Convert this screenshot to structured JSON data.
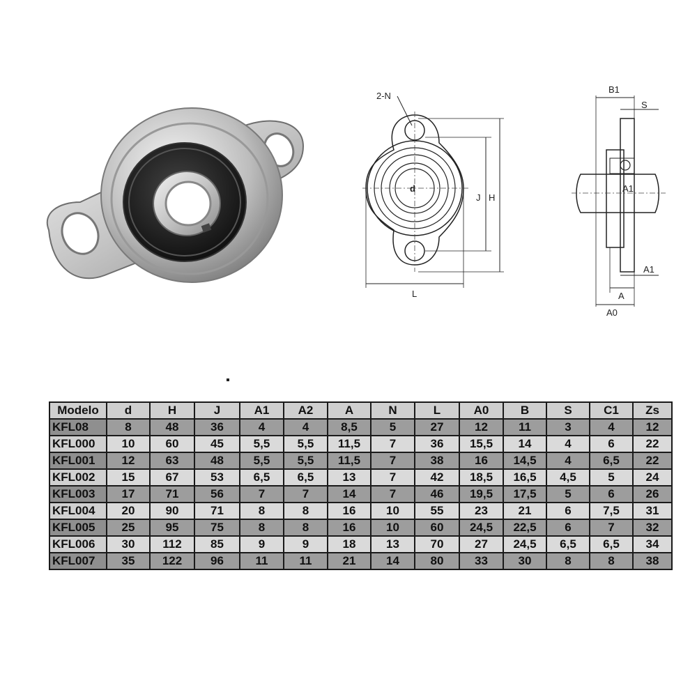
{
  "drawing_front": {
    "holes_label": "2-N",
    "bore_label": "d",
    "j_label": "J",
    "h_label": "H",
    "l_label": "L"
  },
  "drawing_side": {
    "b1_label": "B1",
    "s_label": "S",
    "a1_label": "A1",
    "a1_label_b": "A1",
    "a_label": "A",
    "a0_label": "A0"
  },
  "table": {
    "headers": [
      "Modelo",
      "d",
      "H",
      "J",
      "A1",
      "A2",
      "A",
      "N",
      "L",
      "A0",
      "B",
      "S",
      "C1",
      "Zs"
    ],
    "rows": [
      [
        "KFL08",
        "8",
        "48",
        "36",
        "4",
        "4",
        "8,5",
        "5",
        "27",
        "12",
        "11",
        "3",
        "4",
        "12"
      ],
      [
        "KFL000",
        "10",
        "60",
        "45",
        "5,5",
        "5,5",
        "11,5",
        "7",
        "36",
        "15,5",
        "14",
        "4",
        "6",
        "22"
      ],
      [
        "KFL001",
        "12",
        "63",
        "48",
        "5,5",
        "5,5",
        "11,5",
        "7",
        "38",
        "16",
        "14,5",
        "4",
        "6,5",
        "22"
      ],
      [
        "KFL002",
        "15",
        "67",
        "53",
        "6,5",
        "6,5",
        "13",
        "7",
        "42",
        "18,5",
        "16,5",
        "4,5",
        "5",
        "24"
      ],
      [
        "KFL003",
        "17",
        "71",
        "56",
        "7",
        "7",
        "14",
        "7",
        "46",
        "19,5",
        "17,5",
        "5",
        "6",
        "26"
      ],
      [
        "KFL004",
        "20",
        "90",
        "71",
        "8",
        "8",
        "16",
        "10",
        "55",
        "23",
        "21",
        "6",
        "7,5",
        "31"
      ],
      [
        "KFL005",
        "25",
        "95",
        "75",
        "8",
        "8",
        "16",
        "10",
        "60",
        "24,5",
        "22,5",
        "6",
        "7",
        "32"
      ],
      [
        "KFL006",
        "30",
        "112",
        "85",
        "9",
        "9",
        "18",
        "13",
        "70",
        "27",
        "24,5",
        "6,5",
        "6,5",
        "34"
      ],
      [
        "KFL007",
        "35",
        "122",
        "96",
        "11",
        "11",
        "21",
        "14",
        "80",
        "33",
        "30",
        "8",
        "8",
        "38"
      ]
    ]
  }
}
